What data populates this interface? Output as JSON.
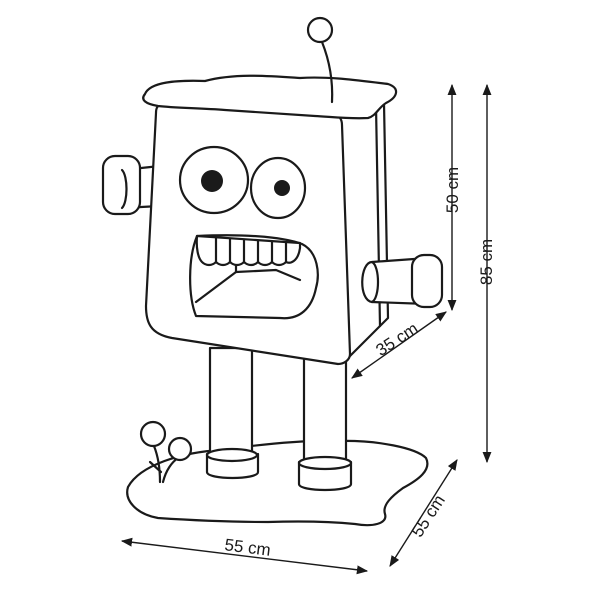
{
  "dimensions": {
    "height_total": "85 cm",
    "height_body": "50 cm",
    "depth_top": "35 cm",
    "width_base": "55 cm",
    "depth_base": "55 cm"
  }
}
